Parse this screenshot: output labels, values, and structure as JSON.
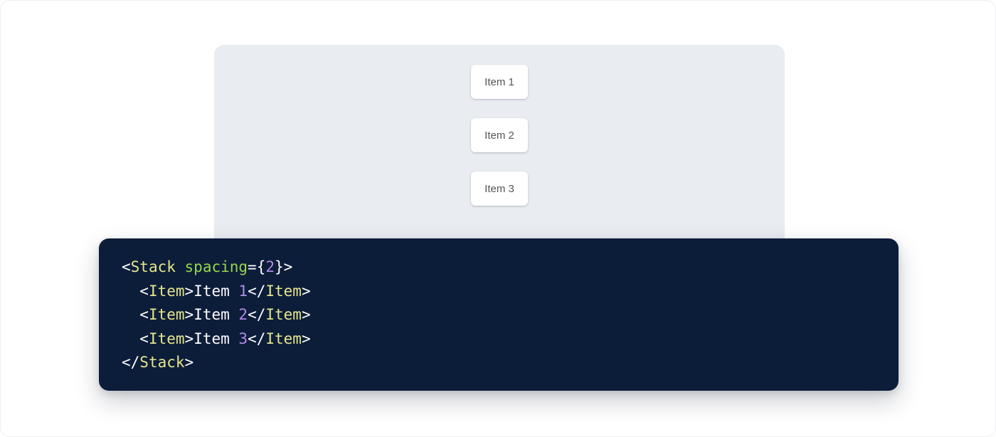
{
  "preview": {
    "panel_background": "#e9ecf1",
    "stack": {
      "spacing_label": "2",
      "items": [
        {
          "label": "Item 1"
        },
        {
          "label": "Item 2"
        },
        {
          "label": "Item 3"
        }
      ]
    }
  },
  "code": {
    "background": "#0c1d3a",
    "language": "jsx",
    "colors": {
      "tag": "#e6e68a",
      "attribute": "#96d64a",
      "number": "#b18ae8",
      "punctuation": "#ffffff",
      "text": "#ffffff"
    },
    "lines": [
      {
        "indent": "",
        "tokens": [
          {
            "t": "punct",
            "v": "<"
          },
          {
            "t": "tag",
            "v": "Stack"
          },
          {
            "t": "text",
            "v": " "
          },
          {
            "t": "attr",
            "v": "spacing"
          },
          {
            "t": "punct",
            "v": "={"
          },
          {
            "t": "num",
            "v": "2"
          },
          {
            "t": "punct",
            "v": "}>"
          }
        ]
      },
      {
        "indent": "  ",
        "tokens": [
          {
            "t": "punct",
            "v": "<"
          },
          {
            "t": "tag",
            "v": "Item"
          },
          {
            "t": "punct",
            "v": ">"
          },
          {
            "t": "text",
            "v": "Item "
          },
          {
            "t": "num",
            "v": "1"
          },
          {
            "t": "punct",
            "v": "</"
          },
          {
            "t": "tag",
            "v": "Item"
          },
          {
            "t": "punct",
            "v": ">"
          }
        ]
      },
      {
        "indent": "  ",
        "tokens": [
          {
            "t": "punct",
            "v": "<"
          },
          {
            "t": "tag",
            "v": "Item"
          },
          {
            "t": "punct",
            "v": ">"
          },
          {
            "t": "text",
            "v": "Item "
          },
          {
            "t": "num",
            "v": "2"
          },
          {
            "t": "punct",
            "v": "</"
          },
          {
            "t": "tag",
            "v": "Item"
          },
          {
            "t": "punct",
            "v": ">"
          }
        ]
      },
      {
        "indent": "  ",
        "tokens": [
          {
            "t": "punct",
            "v": "<"
          },
          {
            "t": "tag",
            "v": "Item"
          },
          {
            "t": "punct",
            "v": ">"
          },
          {
            "t": "text",
            "v": "Item "
          },
          {
            "t": "num",
            "v": "3"
          },
          {
            "t": "punct",
            "v": "</"
          },
          {
            "t": "tag",
            "v": "Item"
          },
          {
            "t": "punct",
            "v": ">"
          }
        ]
      },
      {
        "indent": "",
        "tokens": [
          {
            "t": "punct",
            "v": "</"
          },
          {
            "t": "tag",
            "v": "Stack"
          },
          {
            "t": "punct",
            "v": ">"
          }
        ]
      }
    ]
  }
}
